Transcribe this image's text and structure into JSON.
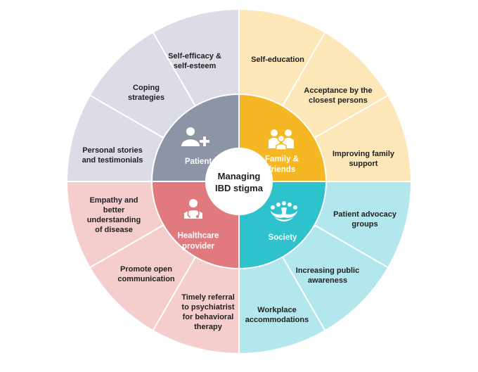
{
  "center": {
    "lines": [
      "Managing",
      "IBD stigma"
    ]
  },
  "colors": {
    "patient_outer": "#dcdce6",
    "patient_inner": "#8c94a5",
    "family_outer": "#fde6b8",
    "family_inner": "#f5b824",
    "society_outer": "#b3e7ee",
    "society_inner": "#2ec3cc",
    "provider_outer": "#f6cdcd",
    "provider_inner": "#e17a7f",
    "divider": "#ffffff",
    "center": "#ffffff"
  },
  "quadrants": [
    {
      "id": "patient",
      "label_lines": [
        "Patient"
      ],
      "icon": "person-plus-icon",
      "items": [
        {
          "lines": [
            "Personal stories",
            "and testimonials"
          ]
        },
        {
          "lines": [
            "Coping",
            "strategies"
          ]
        },
        {
          "lines": [
            "Self-efficacy &",
            "self-esteem"
          ]
        }
      ]
    },
    {
      "id": "family",
      "label_lines": [
        "Family &",
        "friends"
      ],
      "icon": "family-icon",
      "items": [
        {
          "lines": [
            "Self-education"
          ]
        },
        {
          "lines": [
            "Acceptance by the",
            "closest persons"
          ]
        },
        {
          "lines": [
            "Improving family",
            "support"
          ]
        }
      ]
    },
    {
      "id": "society",
      "label_lines": [
        "Society"
      ],
      "icon": "community-icon",
      "items": [
        {
          "lines": [
            "Patient advocacy",
            "groups"
          ]
        },
        {
          "lines": [
            "Increasing public",
            "awareness"
          ]
        },
        {
          "lines": [
            "Workplace",
            "accommodations"
          ]
        }
      ]
    },
    {
      "id": "provider",
      "label_lines": [
        "Healthcare",
        "provider"
      ],
      "icon": "doctor-stethoscope-icon",
      "items": [
        {
          "lines": [
            "Timely referral",
            "to psychiatrist",
            "for behavioral",
            "therapy"
          ]
        },
        {
          "lines": [
            "Promote open",
            "communication"
          ]
        },
        {
          "lines": [
            "Empathy and",
            "better",
            "understanding",
            "of disease"
          ]
        }
      ]
    }
  ]
}
